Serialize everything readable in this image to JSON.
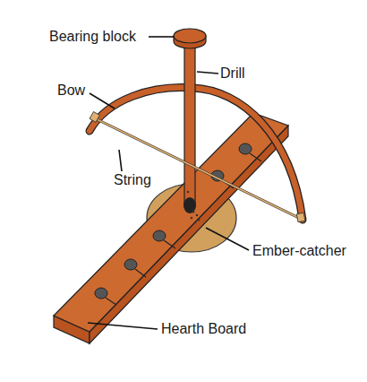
{
  "diagram": {
    "labels": [
      "Bearing block",
      "Drill",
      "Bow",
      "String",
      "Ember-catcher",
      "Hearth Board"
    ]
  }
}
